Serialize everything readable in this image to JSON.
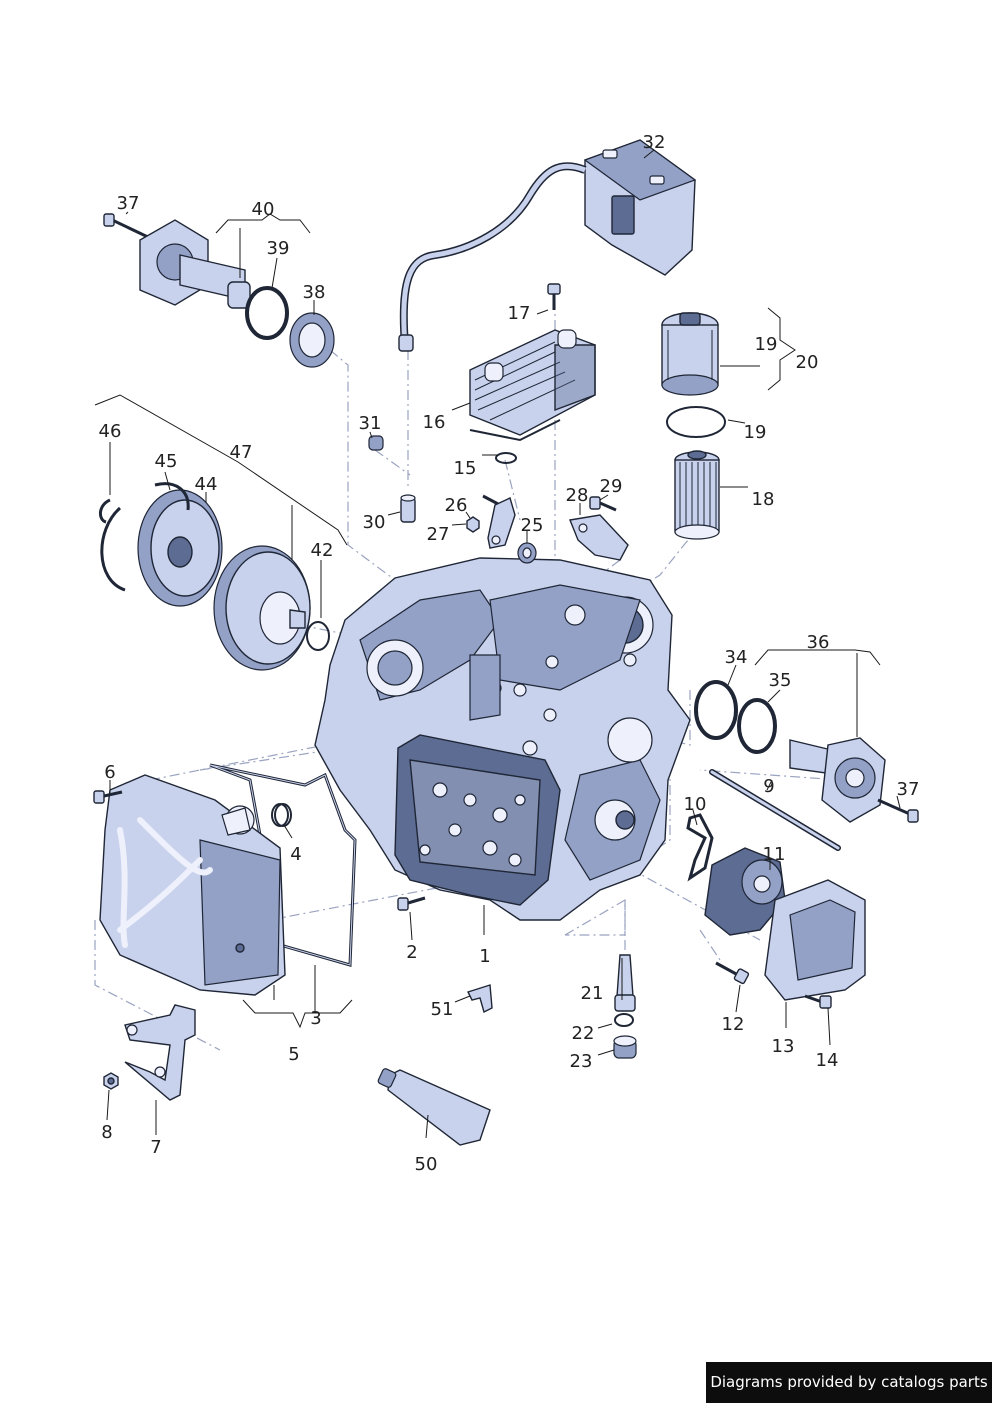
{
  "labels": [
    "1",
    "2",
    "3",
    "4",
    "5",
    "6",
    "7",
    "8",
    "9",
    "10",
    "11",
    "12",
    "13",
    "14",
    "15",
    "16",
    "17",
    "18",
    "19",
    "19",
    "20",
    "21",
    "22",
    "23",
    "25",
    "26",
    "27",
    "28",
    "29",
    "30",
    "31",
    "32",
    "34",
    "35",
    "36",
    "37",
    "37",
    "38",
    "39",
    "40",
    "42",
    "44",
    "45",
    "46",
    "47",
    "50",
    "51"
  ],
  "footer": {
    "text": "Diagrams provided by catalogs parts"
  },
  "colors": {
    "part": "#c9d2ec",
    "part_dark": "#5d6c93",
    "outline": "#1f2636",
    "footer_bg": "#0d0d0d"
  }
}
